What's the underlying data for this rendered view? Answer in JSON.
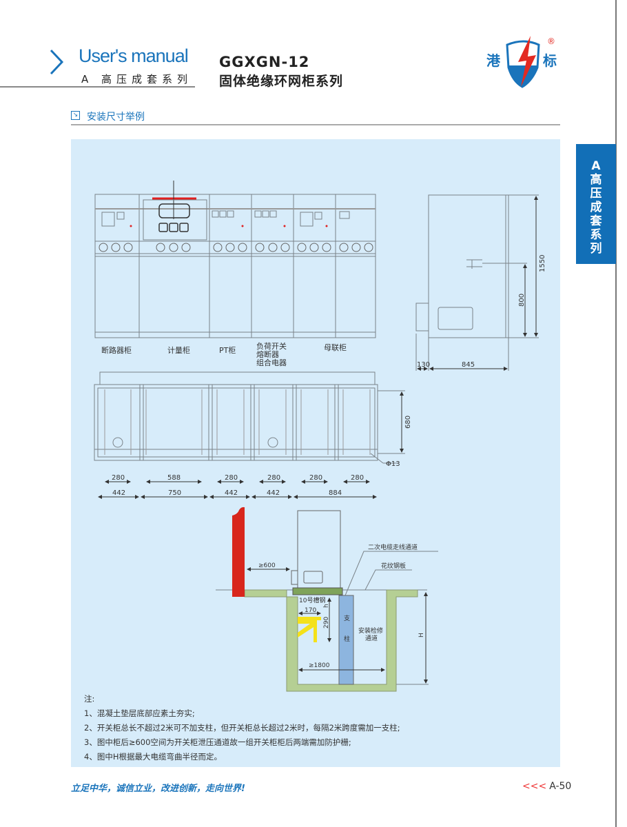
{
  "header": {
    "manual": "User's manual",
    "series": "A 高压成套系列",
    "model": "GGXGN-12",
    "subtitle": "固体绝缘环网柜系列",
    "logo_text": [
      "港",
      "标"
    ],
    "registered": "®"
  },
  "section": {
    "icon": "↘",
    "title": "安装尺寸举例"
  },
  "side_tab": {
    "lines": [
      "A",
      "高",
      "压",
      "成",
      "套",
      "系",
      "列"
    ]
  },
  "front_view": {
    "labels": [
      "断路器柜",
      "计量柜",
      "PT柜",
      "负荷开关",
      "熔断器",
      "组合电器",
      "母联柜"
    ]
  },
  "side_view": {
    "dims": {
      "height": "1550",
      "mid": "800",
      "offset": "130",
      "depth": "845"
    }
  },
  "plan_view": {
    "inner": [
      "280",
      "588",
      "280",
      "280",
      "280",
      "280"
    ],
    "outer": [
      "442",
      "750",
      "442",
      "442",
      "884"
    ],
    "depth": "680",
    "hole": "Φ13"
  },
  "section_view": {
    "clearance": "≥600",
    "channel": "二次电缆走线通道",
    "plate": "花纹钢板",
    "steel": "10号槽钢",
    "h": "h",
    "w170": "170",
    "h290": "290",
    "column": [
      "支",
      "柱"
    ],
    "aisle": [
      "安装检修",
      "通道"
    ],
    "width": "≥1800",
    "H": "H"
  },
  "notes": {
    "title": "注:",
    "items": [
      "1、混凝土垫层底部应素土夯实;",
      "2、开关柜总长不超过2米可不加支柱，但开关柜总长超过2米时，每隔2米跨度需加一支柱;",
      "3、图中柜后≥600空间为开关柜泄压通道故一组开关柜柜后两端需加防护栅;",
      "4、图中H根据最大电缆弯曲半径而定。"
    ]
  },
  "footer": {
    "slogan": "立足中华，诚信立业，改进创新，走向世界!",
    "arrows": "<<<",
    "page": "A-50"
  },
  "colors": {
    "brand": "#1a74bb",
    "panel": "#d7ecfa",
    "wall": "#d8261c",
    "concrete": "#b5cf94",
    "column": "#8db5df",
    "bracket": "#f4e11a"
  }
}
